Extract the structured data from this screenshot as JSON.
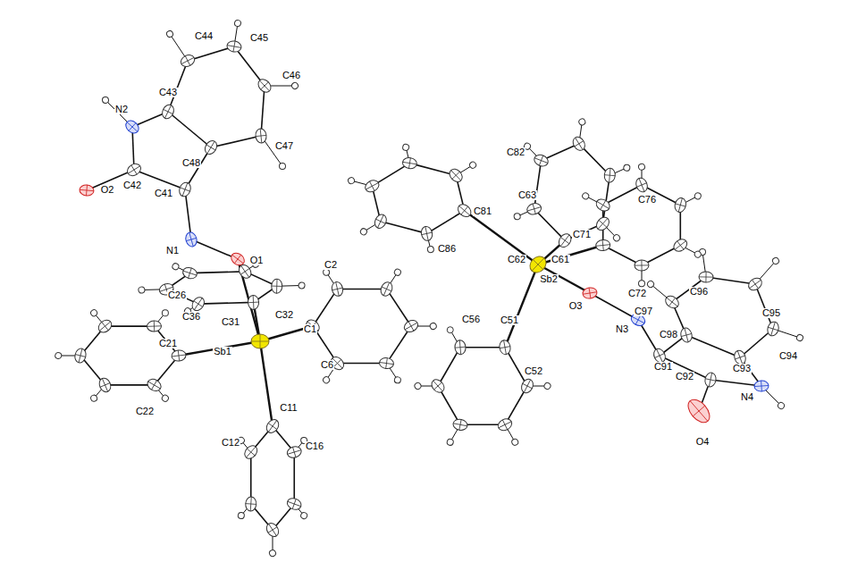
{
  "diagram": {
    "labels": [
      "C44",
      "C45",
      "C46",
      "N2",
      "C43",
      "C47",
      "C48",
      "O2",
      "C42",
      "C41",
      "C82",
      "C63",
      "C76",
      "C81",
      "N1",
      "O1",
      "C2",
      "C86",
      "C71",
      "C62",
      "C61",
      "Sb2",
      "C26",
      "C36",
      "C31",
      "C32",
      "C72",
      "O3",
      "C97",
      "C96",
      "C95",
      "C56",
      "C51",
      "C1",
      "Sb1",
      "C21",
      "N3",
      "C98",
      "C94",
      "C93",
      "C6",
      "C52",
      "C91",
      "C92",
      "N4",
      "C22",
      "C11",
      "C12",
      "C16",
      "O4"
    ]
  }
}
